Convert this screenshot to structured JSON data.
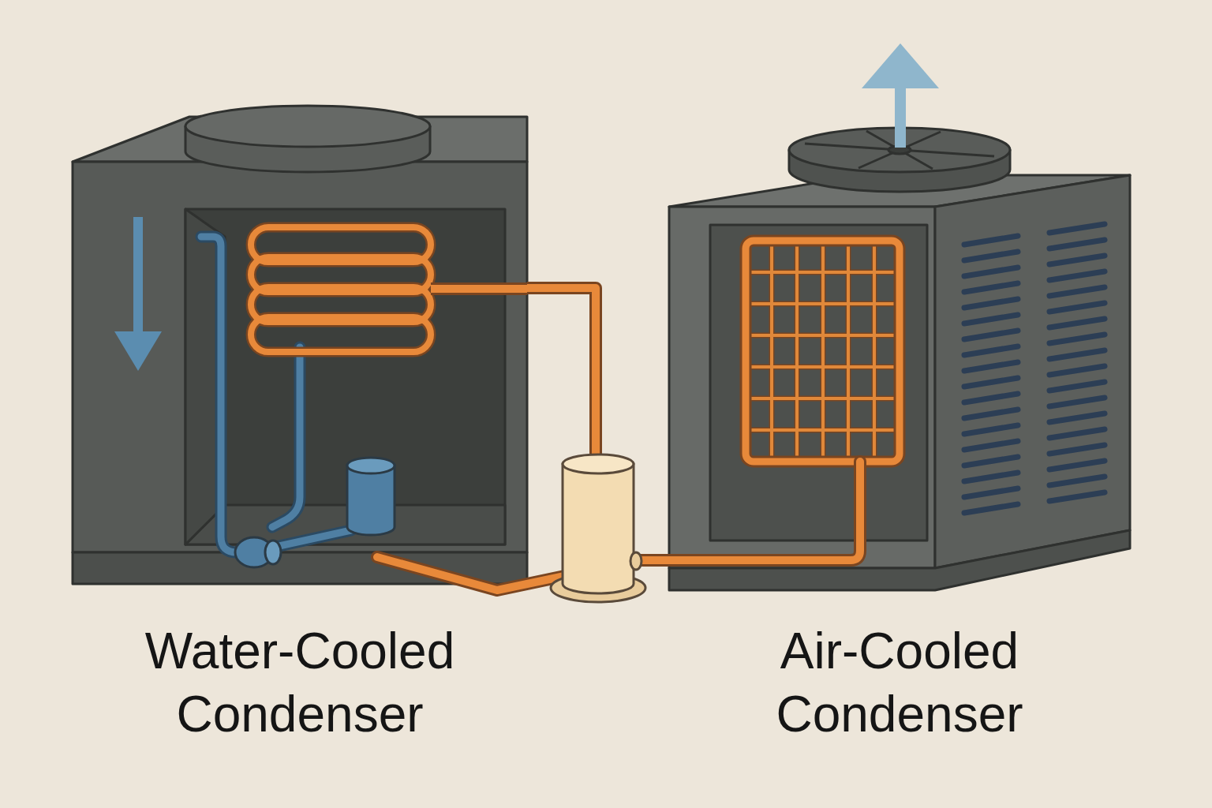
{
  "diagram": {
    "nodes": [
      {
        "text": [
          "Water-Cooled Condenser"
        ]
      },
      {
        "text": [
          "Air-Cooled Condenser"
        ]
      }
    ],
    "edges": [
      {
        "from": 0,
        "to": 1,
        "arrow": "none"
      }
    ]
  }
}
